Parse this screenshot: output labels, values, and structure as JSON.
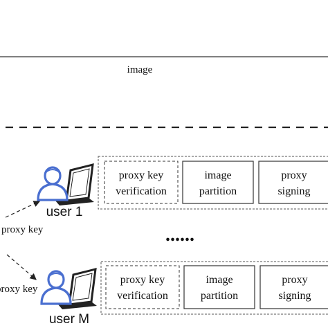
{
  "top_section": {
    "image_label": "image"
  },
  "user_rows": [
    {
      "user_label": "user 1",
      "key_label": "proxy key",
      "steps": [
        {
          "line1": "proxy key",
          "line2": "verification"
        },
        {
          "line1": "image",
          "line2": "partition"
        },
        {
          "line1": "proxy",
          "line2": "signing"
        }
      ]
    },
    {
      "user_label": "user M",
      "key_label": "proxy key",
      "steps": [
        {
          "line1": "proxy key",
          "line2": "verification"
        },
        {
          "line1": "image",
          "line2": "partition"
        },
        {
          "line1": "proxy",
          "line2": "signing"
        }
      ]
    }
  ],
  "ellipsis": "......",
  "colors": {
    "user_icon": "#4a6fd0",
    "laptop": "#222222",
    "box_border": "#333333",
    "group_border": "#555555"
  }
}
